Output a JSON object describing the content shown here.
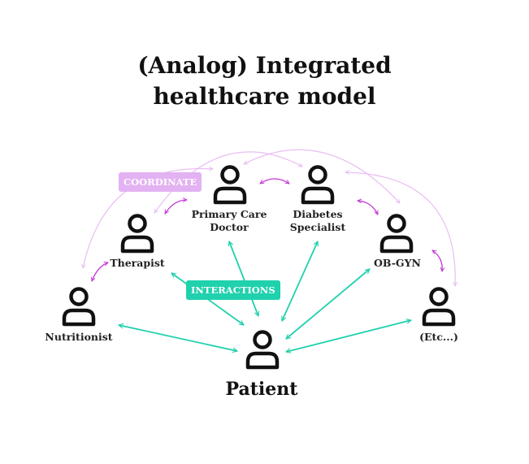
{
  "title": {
    "line1": "(Analog) Integrated",
    "line2": "healthcare model"
  },
  "tags": {
    "coordinate": "COORDINATE",
    "interactions": "INTERACTIONS"
  },
  "nodes": {
    "primary_care": {
      "line1": "Primary Care",
      "line2": "Doctor",
      "icon": "person-icon"
    },
    "diabetes": {
      "line1": "Diabetes",
      "line2": "Specialist",
      "icon": "person-icon"
    },
    "therapist": {
      "label": "Therapist",
      "icon": "person-icon"
    },
    "obgyn": {
      "label": "OB-GYN",
      "icon": "person-icon"
    },
    "nutritionist": {
      "label": "Nutritionist",
      "icon": "person-icon"
    },
    "etc": {
      "label": "(Etc...)",
      "icon": "person-icon"
    },
    "patient": {
      "label": "Patient",
      "icon": "person-icon"
    }
  },
  "colors": {
    "interaction": "#1fd1ad",
    "coordinate": "#c437d6",
    "coordinate_light": "#e9bdf3",
    "icon": "#111111"
  }
}
